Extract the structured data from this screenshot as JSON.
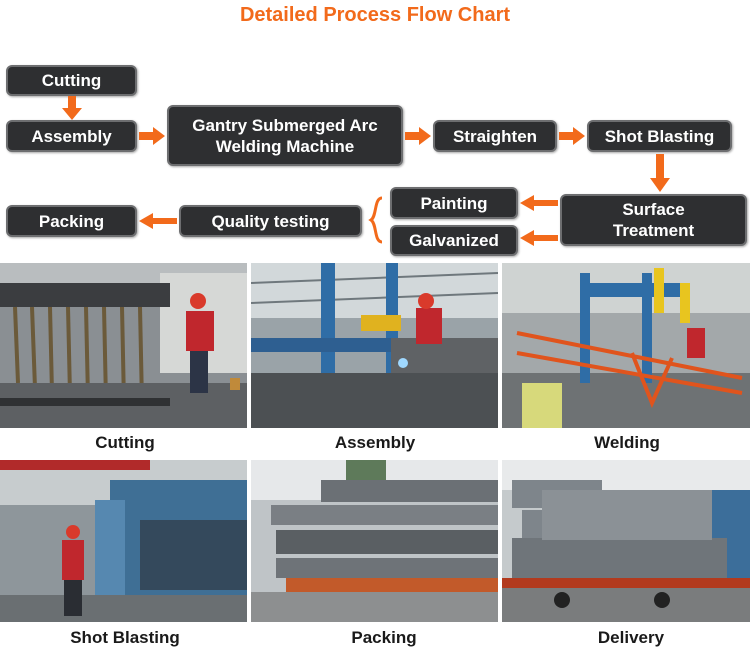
{
  "title": "Detailed Process Flow Chart",
  "flow": {
    "cutting": "Cutting",
    "assembly": "Assembly",
    "gantry_line1": "Gantry Submerged Arc",
    "gantry_line2": "Welding Machine",
    "straighten": "Straighten",
    "shot_blasting": "Shot Blasting",
    "surface_line1": "Surface",
    "surface_line2": "Treatment",
    "painting": "Painting",
    "galvanized": "Galvanized",
    "quality_testing": "Quality testing",
    "packing": "Packing"
  },
  "photos": [
    {
      "caption": "Cutting"
    },
    {
      "caption": "Assembly"
    },
    {
      "caption": "Welding"
    },
    {
      "caption": "Shot Blasting"
    },
    {
      "caption": "Packing"
    },
    {
      "caption": "Delivery"
    }
  ],
  "colors": {
    "accent": "#f26a1b",
    "box_fill": "#2e2f31",
    "box_border": "#6d6e70"
  }
}
